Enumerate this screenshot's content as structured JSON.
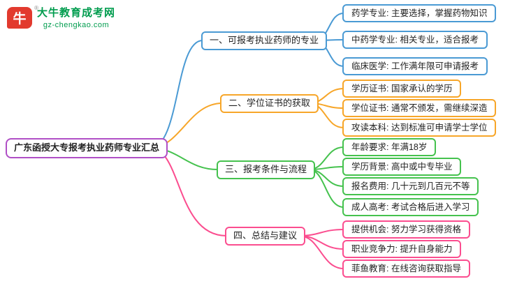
{
  "logo": {
    "icon_text": "牛",
    "registered_mark": "®",
    "site_name": "大牛教育成考网",
    "site_url": "gz-chengkao.com",
    "brand_red": "#e23a2e",
    "brand_green": "#009c4e"
  },
  "root": {
    "label": "广东函授大专报考执业药师专业汇总",
    "color": "#b04fc6"
  },
  "branches": [
    {
      "label": "一、可报考执业药师的专业",
      "color": "#4a9ad4",
      "children": [
        {
          "text": "药学专业: 主要选择，掌握药物知识"
        },
        {
          "text": "中药学专业: 相关专业，适合报考"
        },
        {
          "text": "临床医学: 工作满年限可申请报考"
        }
      ]
    },
    {
      "label": "二、学位证书的获取",
      "color": "#f7a629",
      "children": [
        {
          "text": "学历证书: 国家承认的学历"
        },
        {
          "text": "学位证书: 通常不颁发，需继续深造"
        },
        {
          "text": "攻读本科: 达到标准可申请学士学位"
        }
      ]
    },
    {
      "label": "三、报考条件与流程",
      "color": "#45c24e",
      "children": [
        {
          "text": "年龄要求: 年满18岁"
        },
        {
          "text": "学历背景: 高中或中专毕业"
        },
        {
          "text": "报名费用: 几十元到几百元不等"
        },
        {
          "text": "成人高考: 考试合格后进入学习"
        }
      ]
    },
    {
      "label": "四、总结与建议",
      "color": "#fb4d8f",
      "children": [
        {
          "text": "提供机会: 努力学习获得资格"
        },
        {
          "text": "职业竞争力: 提升自身能力"
        },
        {
          "text": "菲鱼教育: 在线咨询获取指导"
        }
      ]
    }
  ]
}
